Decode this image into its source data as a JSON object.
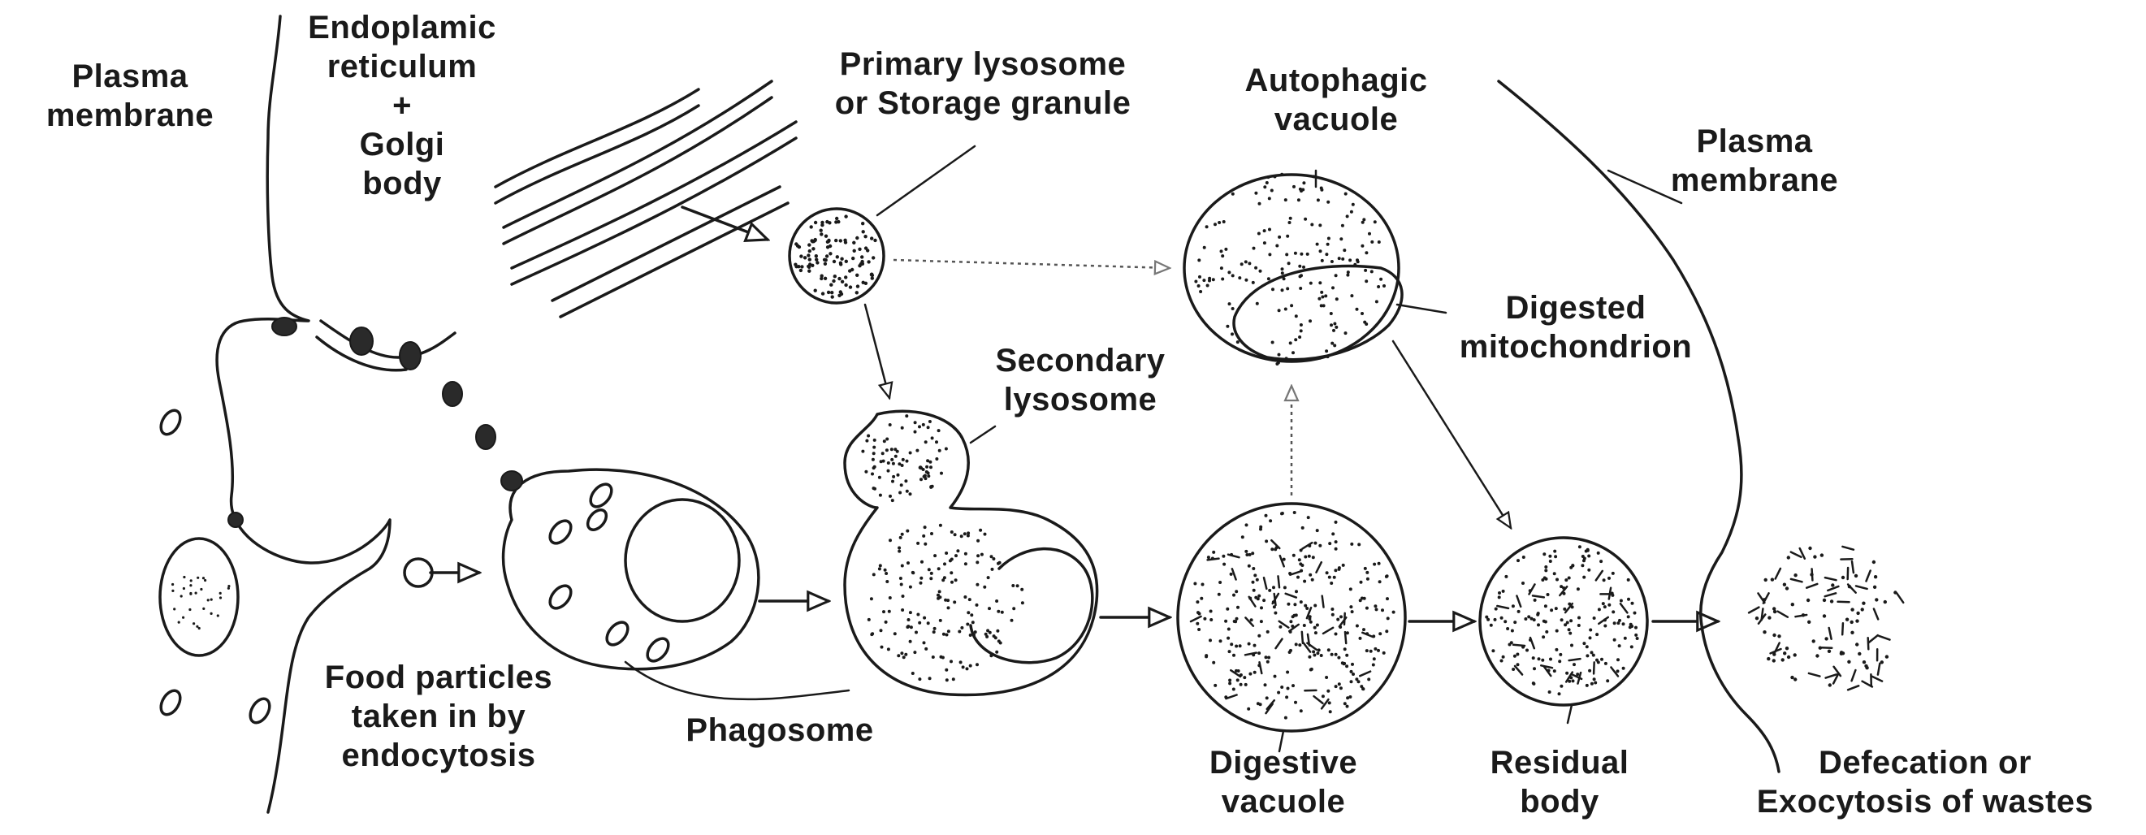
{
  "labels": {
    "plasma_membrane_left": "Plasma\nmembrane",
    "er_golgi": "Endoplamic\nreticulum\n+\nGolgi\nbody",
    "primary_lysosome": "Primary lysosome\nor Storage granule",
    "autophagic_vacuole": "Autophagic\nvacuole",
    "plasma_membrane_right": "Plasma\nmembrane",
    "digested_mitochondrion": "Digested\nmitochondrion",
    "secondary_lysosome": "Secondary\nlysosome",
    "food_particles": "Food particles\ntaken in by\nendocytosis",
    "phagosome": "Phagosome",
    "digestive_vacuole": "Digestive\nvacuole",
    "residual_body": "Residual\nbody",
    "defecation": "Defecation or\nExocytosis of wastes"
  }
}
